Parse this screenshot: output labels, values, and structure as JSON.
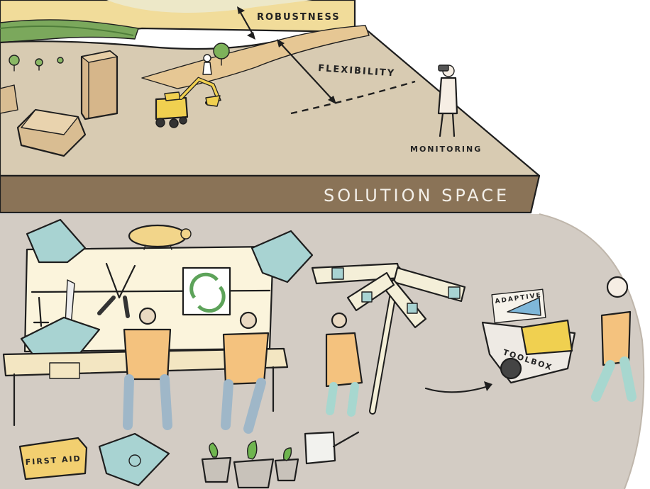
{
  "labels": {
    "robustness": "ROBUSTNESS",
    "flexibility": "FLEXIBILITY",
    "monitoring": "MONITORING",
    "solution_space": "SOLUTION SPACE",
    "adaptive": "ADAPTIVE",
    "toolbox": "TOOLBOX",
    "first_aid": "FIRST AID"
  },
  "colors": {
    "sky": "#f1dc9a",
    "plain": "#d8cbb2",
    "slab_edge": "#8a7357",
    "floor": "#d3ccc4",
    "tag": "#a8d3d2",
    "shirt": "#f4c27e",
    "yellow": "#f0d050"
  }
}
